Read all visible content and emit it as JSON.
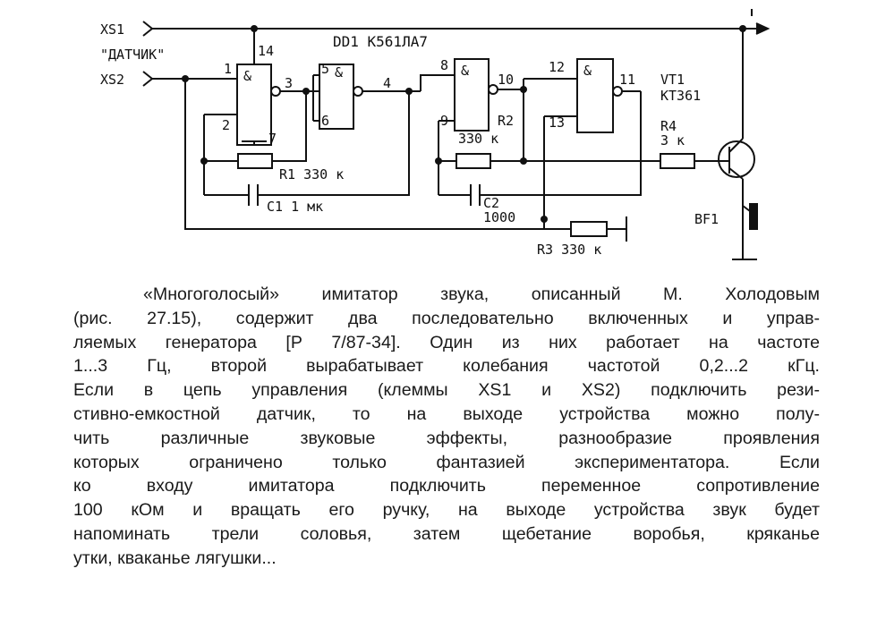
{
  "schematic": {
    "terminals": {
      "xs1": "XS1",
      "sensor": "\"ДАТЧИК\"",
      "xs2": "XS2"
    },
    "chip": "DD1 К561ЛА7",
    "gate_symbol": "&",
    "pins": {
      "p1": "1",
      "p2": "2",
      "p3": "3",
      "p4": "4",
      "p5": "5",
      "p6": "6",
      "p7": "7",
      "p8": "8",
      "p9": "9",
      "p10": "10",
      "p11": "11",
      "p12": "12",
      "p13": "13",
      "p14": "14"
    },
    "components": {
      "r1": "R1 330 к",
      "c1": "C1 1 мк",
      "r2": "R2",
      "r2_value": "330 к",
      "c2": "C2",
      "c2_value": "1000",
      "r3": "R3 330 к",
      "r4": "R4",
      "r4_value": "3 к",
      "vt1": "VT1",
      "vt1_type": "КТ361",
      "bf1": "BF1"
    }
  },
  "description": [
    "«Многоголосый» имитатор звука, описанный М. Холодовым",
    "(рис. 27.15), содержит два последовательно включенных и управ-",
    "ляемых генератора [Р 7/87-34]. Один из них работает на частоте",
    "1...3 Гц, второй вырабатывает колебания частотой 0,2...2 кГц.",
    "Если в цепь управления (клеммы XS1 и XS2) подключить рези-",
    "стивно-емкостной датчик, то на выходе устройства можно полу-",
    "чить различные звуковые эффекты, разнообразие проявления",
    "которых ограничено только фантазией экспериментатора. Если",
    "ко входу имитатора подключить переменное сопротивление",
    "100 кОм и вращать его ручку, на выходе устройства звук будет",
    "напоминать трели соловья, затем щебетание воробья, кряканье",
    "утки, кваканье лягушки..."
  ]
}
